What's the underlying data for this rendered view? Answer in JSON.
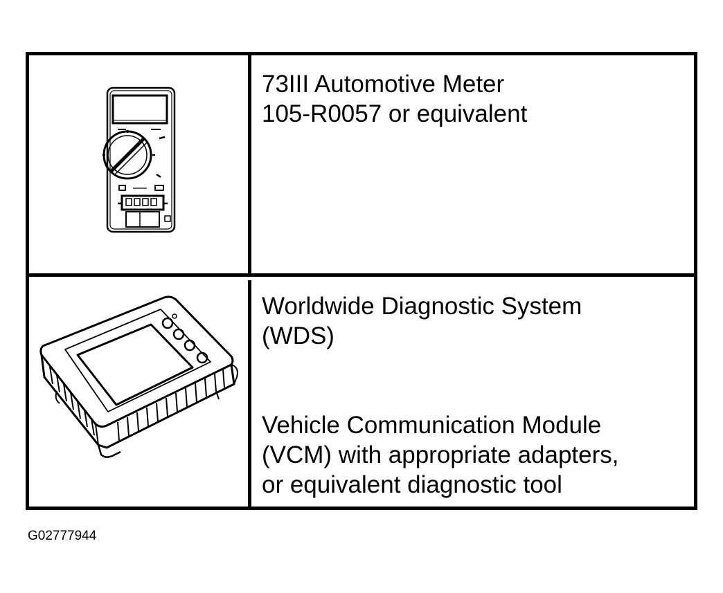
{
  "tools": [
    {
      "icon": "multimeter-icon",
      "lines": [
        "73III Automotive Meter",
        "105-R0057 or equivalent"
      ]
    },
    {
      "icon": "diagnostic-tablet-icon",
      "lines": [
        "Worldwide Diagnostic System",
        "(WDS)"
      ],
      "lines2": [
        "Vehicle Communication Module",
        "(VCM) with appropriate adapters,",
        "or equivalent diagnostic tool"
      ]
    }
  ],
  "figure_id": "G02777944"
}
